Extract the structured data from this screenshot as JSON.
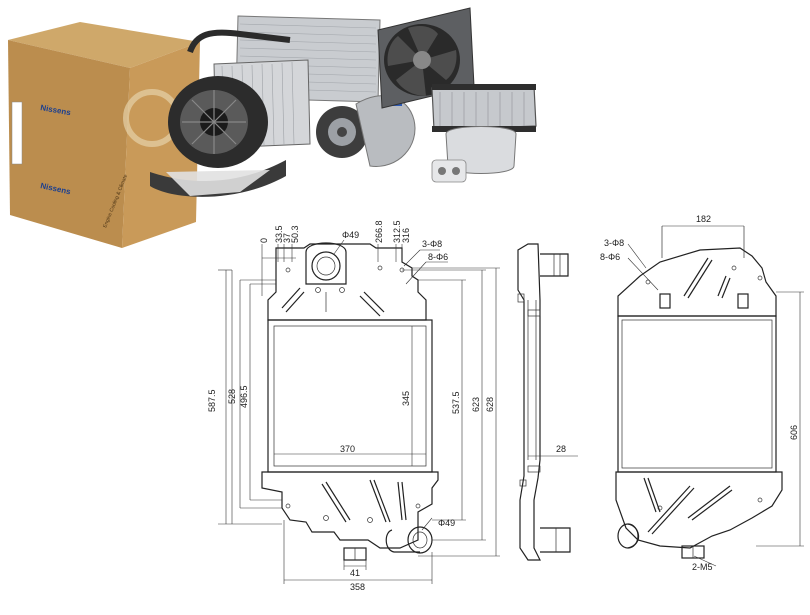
{
  "photo": {
    "box_brand": "Nissens",
    "box_brand_side": "Nissens",
    "box_tagline": "Engine Cooling & Climate"
  },
  "front_view": {
    "top_dims": [
      "0",
      "33.5",
      "37",
      "50.3",
      "Φ49",
      "266.8",
      "312.5",
      "316"
    ],
    "hole_3": "3-Φ8",
    "hole_8": "8-Φ6",
    "dim_587": "587.5",
    "dim_528": "528",
    "dim_496": "496.5",
    "dim_345": "345",
    "dim_370": "370",
    "dim_537": "537.5",
    "dim_623": "623",
    "dim_628": "628",
    "dim_phi49_bottom": "Φ49",
    "dim_41": "41",
    "dim_358": "358"
  },
  "side_view": {
    "dim_28": "28"
  },
  "rear_view": {
    "dim_182": "182",
    "hole_3": "3-Φ8",
    "hole_8": "8-Φ6",
    "dim_606": "606",
    "thread": "2-M5"
  }
}
